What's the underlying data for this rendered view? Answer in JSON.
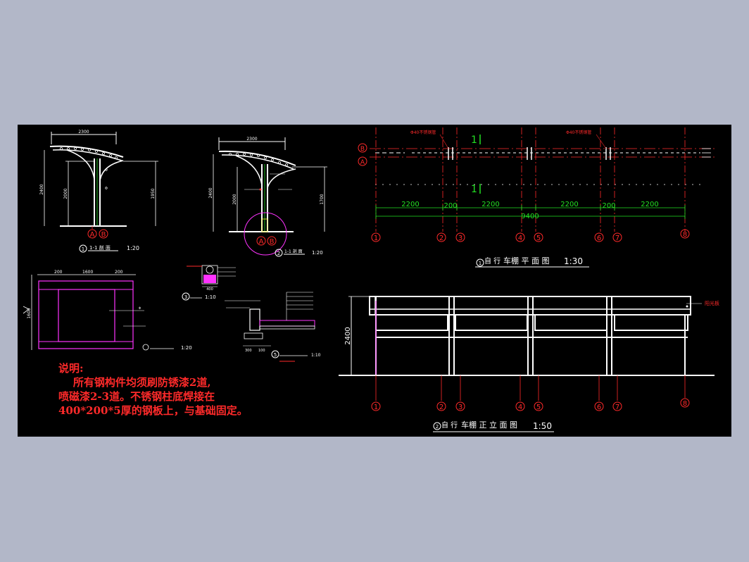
{
  "colors": {
    "background": "#b2b7c8",
    "paper": "#000000",
    "line_white": "#ffffff",
    "line_red": "#ff2a2a",
    "line_green": "#22e022",
    "line_magenta": "#ff33ff",
    "line_cyan": "#33ffff",
    "line_yellow": "#ffff33"
  },
  "plan": {
    "title_prefix": "自 行",
    "title_main": "车棚 平 面 图",
    "scale": "1:30",
    "axis_b": "B",
    "axis_a": "A",
    "steel_pipe_left": "Φ40不锈钢管",
    "steel_pipe_right": "Φ40不锈钢管",
    "cut_mark_1": "1",
    "cut_mark_2": "1",
    "dim_a": "2200",
    "dim_b": "200",
    "dim_c": "2200",
    "dim_d": "2200",
    "dim_e": "200",
    "dim_f": "2200",
    "dim_total": "9400",
    "axes": [
      "1",
      "2",
      "3",
      "4",
      "5",
      "6",
      "7",
      "8"
    ]
  },
  "elevation": {
    "title_prefix": "自 行",
    "title_main": "车棚 正 立 面 图",
    "scale": "1:50",
    "height": "2400",
    "panel_label": "阳光板",
    "axes": [
      "1",
      "2",
      "3",
      "4",
      "5",
      "6",
      "7",
      "8"
    ]
  },
  "section11": {
    "dim_top": "2300",
    "dim_left": "2400",
    "dim_inner": "2000",
    "dim_right": "1950",
    "axis_a": "A",
    "axis_b": "B",
    "title": "1-1 剖 面",
    "scale": "1:20"
  },
  "section22": {
    "dim_top": "2300",
    "dim_left": "2400",
    "dim_inner": "2000",
    "dim_right": "1700",
    "axis_a": "A",
    "axis_b": "B",
    "title": "1-1 剖 面",
    "scale": "1:20"
  },
  "base_plan": {
    "dim_a": "200",
    "dim_b": "1600",
    "dim_c": "200",
    "dim_side": "1600",
    "scale": "1:20"
  },
  "detail3": {
    "num": "3",
    "scale": "1:10",
    "dim": "400"
  },
  "detail5": {
    "num": "5",
    "scale": "1:10",
    "dim_a": "300",
    "dim_b": "100"
  },
  "notes": {
    "heading": "说明:",
    "line1": "    所有钢构件均须刷防锈漆2道,",
    "line2": "喷磁漆2-3道。不锈钢柱底焊接在",
    "line3": "400*200*5厚的钢板上，与基础固定。"
  }
}
